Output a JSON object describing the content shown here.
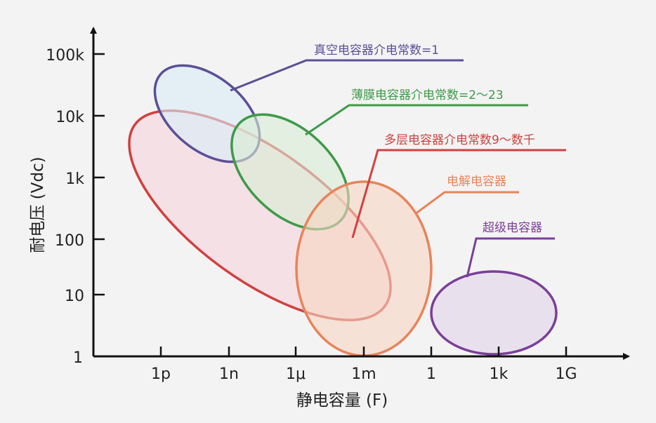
{
  "axes": {
    "x_title": "静电容量 (F)",
    "y_title": "耐电压 (Vdc)",
    "x_ticks": [
      "1p",
      "1n",
      "1μ",
      "1m",
      "1",
      "1k",
      "1G"
    ],
    "y_ticks": [
      "1",
      "10",
      "100",
      "1k",
      "10k",
      "100k"
    ]
  },
  "regions": [
    {
      "id": "vacuum",
      "label": "真空电容器介电常数=1",
      "color": "#5a4f96",
      "fill": "#d8ecf7"
    },
    {
      "id": "film",
      "label": "薄膜电容器介电常数=2～23",
      "color": "#3e9a48",
      "fill": "#d8ecd4"
    },
    {
      "id": "multilayer",
      "label": "多层电容器介电常数9～数千",
      "color": "#d14040",
      "fill": "#f6d4dc"
    },
    {
      "id": "electrolytic",
      "label": "电解电容器",
      "color": "#e8845a",
      "fill": "#f7d5c2"
    },
    {
      "id": "supercap",
      "label": "超级电容器",
      "color": "#7a3f98",
      "fill": "#e2d3ea"
    }
  ],
  "colors": {
    "axis": "#111111",
    "background": "#f3f3f3"
  }
}
